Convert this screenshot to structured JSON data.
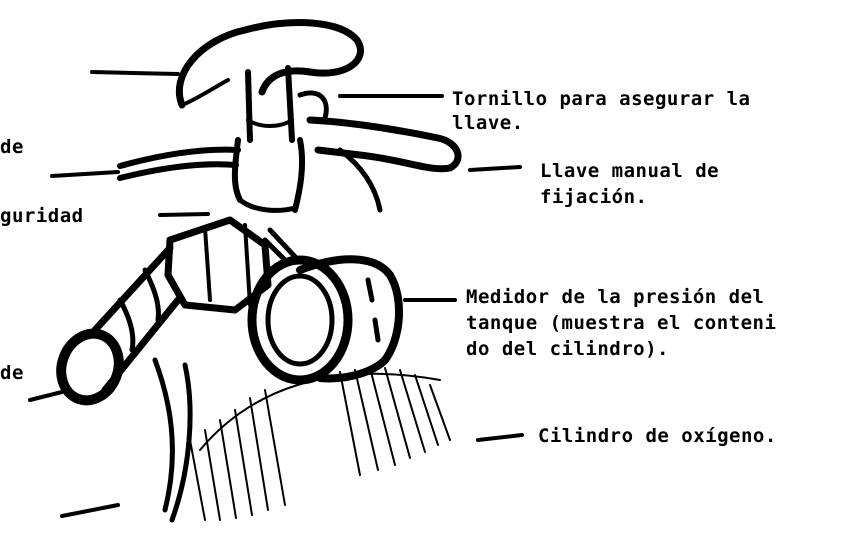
{
  "labels": {
    "tornillo": [
      "Tornillo para asegurar la",
      "llave."
    ],
    "llave_manual": [
      "Llave manual de",
      "fijación."
    ],
    "medidor": [
      "Medidor de la presión del",
      "tanque (muestra el conteni",
      "do del cilindro)."
    ],
    "cilindro": "Cilindro de oxígeno.",
    "left_de_top": "de",
    "left_seguridad": "guridad",
    "left_de_bottom": "de"
  },
  "colors": {
    "ink": "#000000",
    "paper": "#ffffff"
  }
}
